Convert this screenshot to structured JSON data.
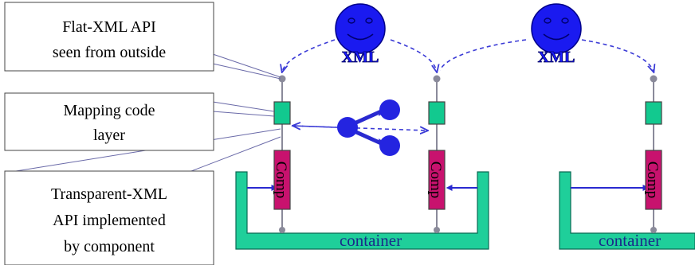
{
  "callouts": {
    "flat_xml_api": {
      "line1": "Flat-XML API",
      "line2": "seen from outside"
    },
    "mapping_code": {
      "line1": "Mapping code",
      "line2": "layer"
    },
    "transparent_xml": {
      "line1": "Transparent-XML",
      "line2": "API implemented",
      "line3": "by component"
    }
  },
  "xml_actors": [
    {
      "label": "XML"
    },
    {
      "label": "XML"
    }
  ],
  "components": [
    {
      "label": "Comp"
    },
    {
      "label": "Comp"
    },
    {
      "label": "Comp"
    }
  ],
  "containers": [
    {
      "label": "container"
    },
    {
      "label": "container"
    }
  ],
  "colors": {
    "container_fill": "#1fcf9a",
    "mapping_fill": "#12c98f",
    "component_fill": "#c8126e",
    "actor_blue": "#1a1af0",
    "arrow_blue": "#3b3bd6",
    "pin_gray": "#8a8a9a",
    "callout_border": "#444444"
  },
  "icons": {
    "actor": "smiley-face-icon",
    "fanout": "fan-out-arrows-icon",
    "pin": "connection-pin-icon"
  }
}
